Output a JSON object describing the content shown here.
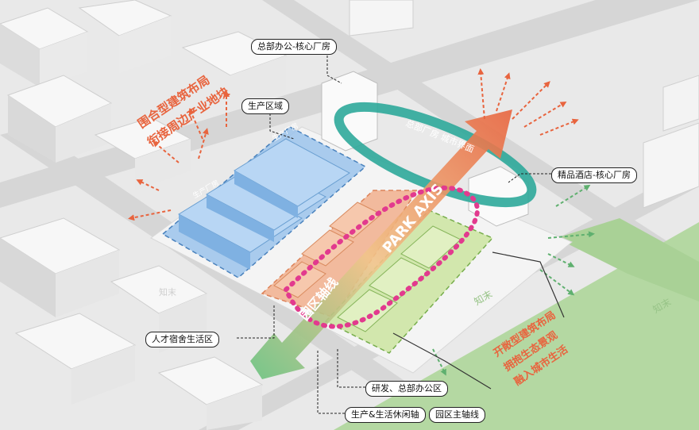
{
  "labels": {
    "hq_office_core_plant": "总部办公-核心厂房",
    "production_zone": "生产区域",
    "boutique_hotel_core_plant": "精品酒店-核心厂房",
    "talent_dormitory": "人才宿舍生活区",
    "rnd_hq_office": "研发、总部办公区",
    "production_leisure_axis": "生产&生活休闲轴",
    "park_main_axis": "园区主轴线"
  },
  "annotations": {
    "enclosed_layout_line1": "围合型建筑布局",
    "enclosed_layout_line2": "衔接周边产业地块",
    "open_layout_line1": "开敞型建筑布局",
    "open_layout_line2": "拥抱生态景观",
    "open_layout_line3": "融入城市生活",
    "hq_plant_city_interface": "总部厂房 城市界面",
    "production_plant_1": "生产厂房",
    "production_plant_2": "生产厂房",
    "park_axis": "PARK AXIS",
    "park_axis_cn": "园区轴线",
    "lot_mark_1": "知末",
    "lot_mark_2": "知末",
    "lot_mark_3": "知末"
  },
  "colors": {
    "production_zone_blue": "#9cc4ec",
    "rnd_zone_green": "#cfe6a6",
    "dormitory_zone_orange": "#f2b08e",
    "hq_teal": "#2ea99a",
    "axis_magenta": "#e23a8e",
    "arrow_orange": "#e8643e",
    "arrow_green": "#69c27f",
    "green_space": "#b4d8a2"
  }
}
